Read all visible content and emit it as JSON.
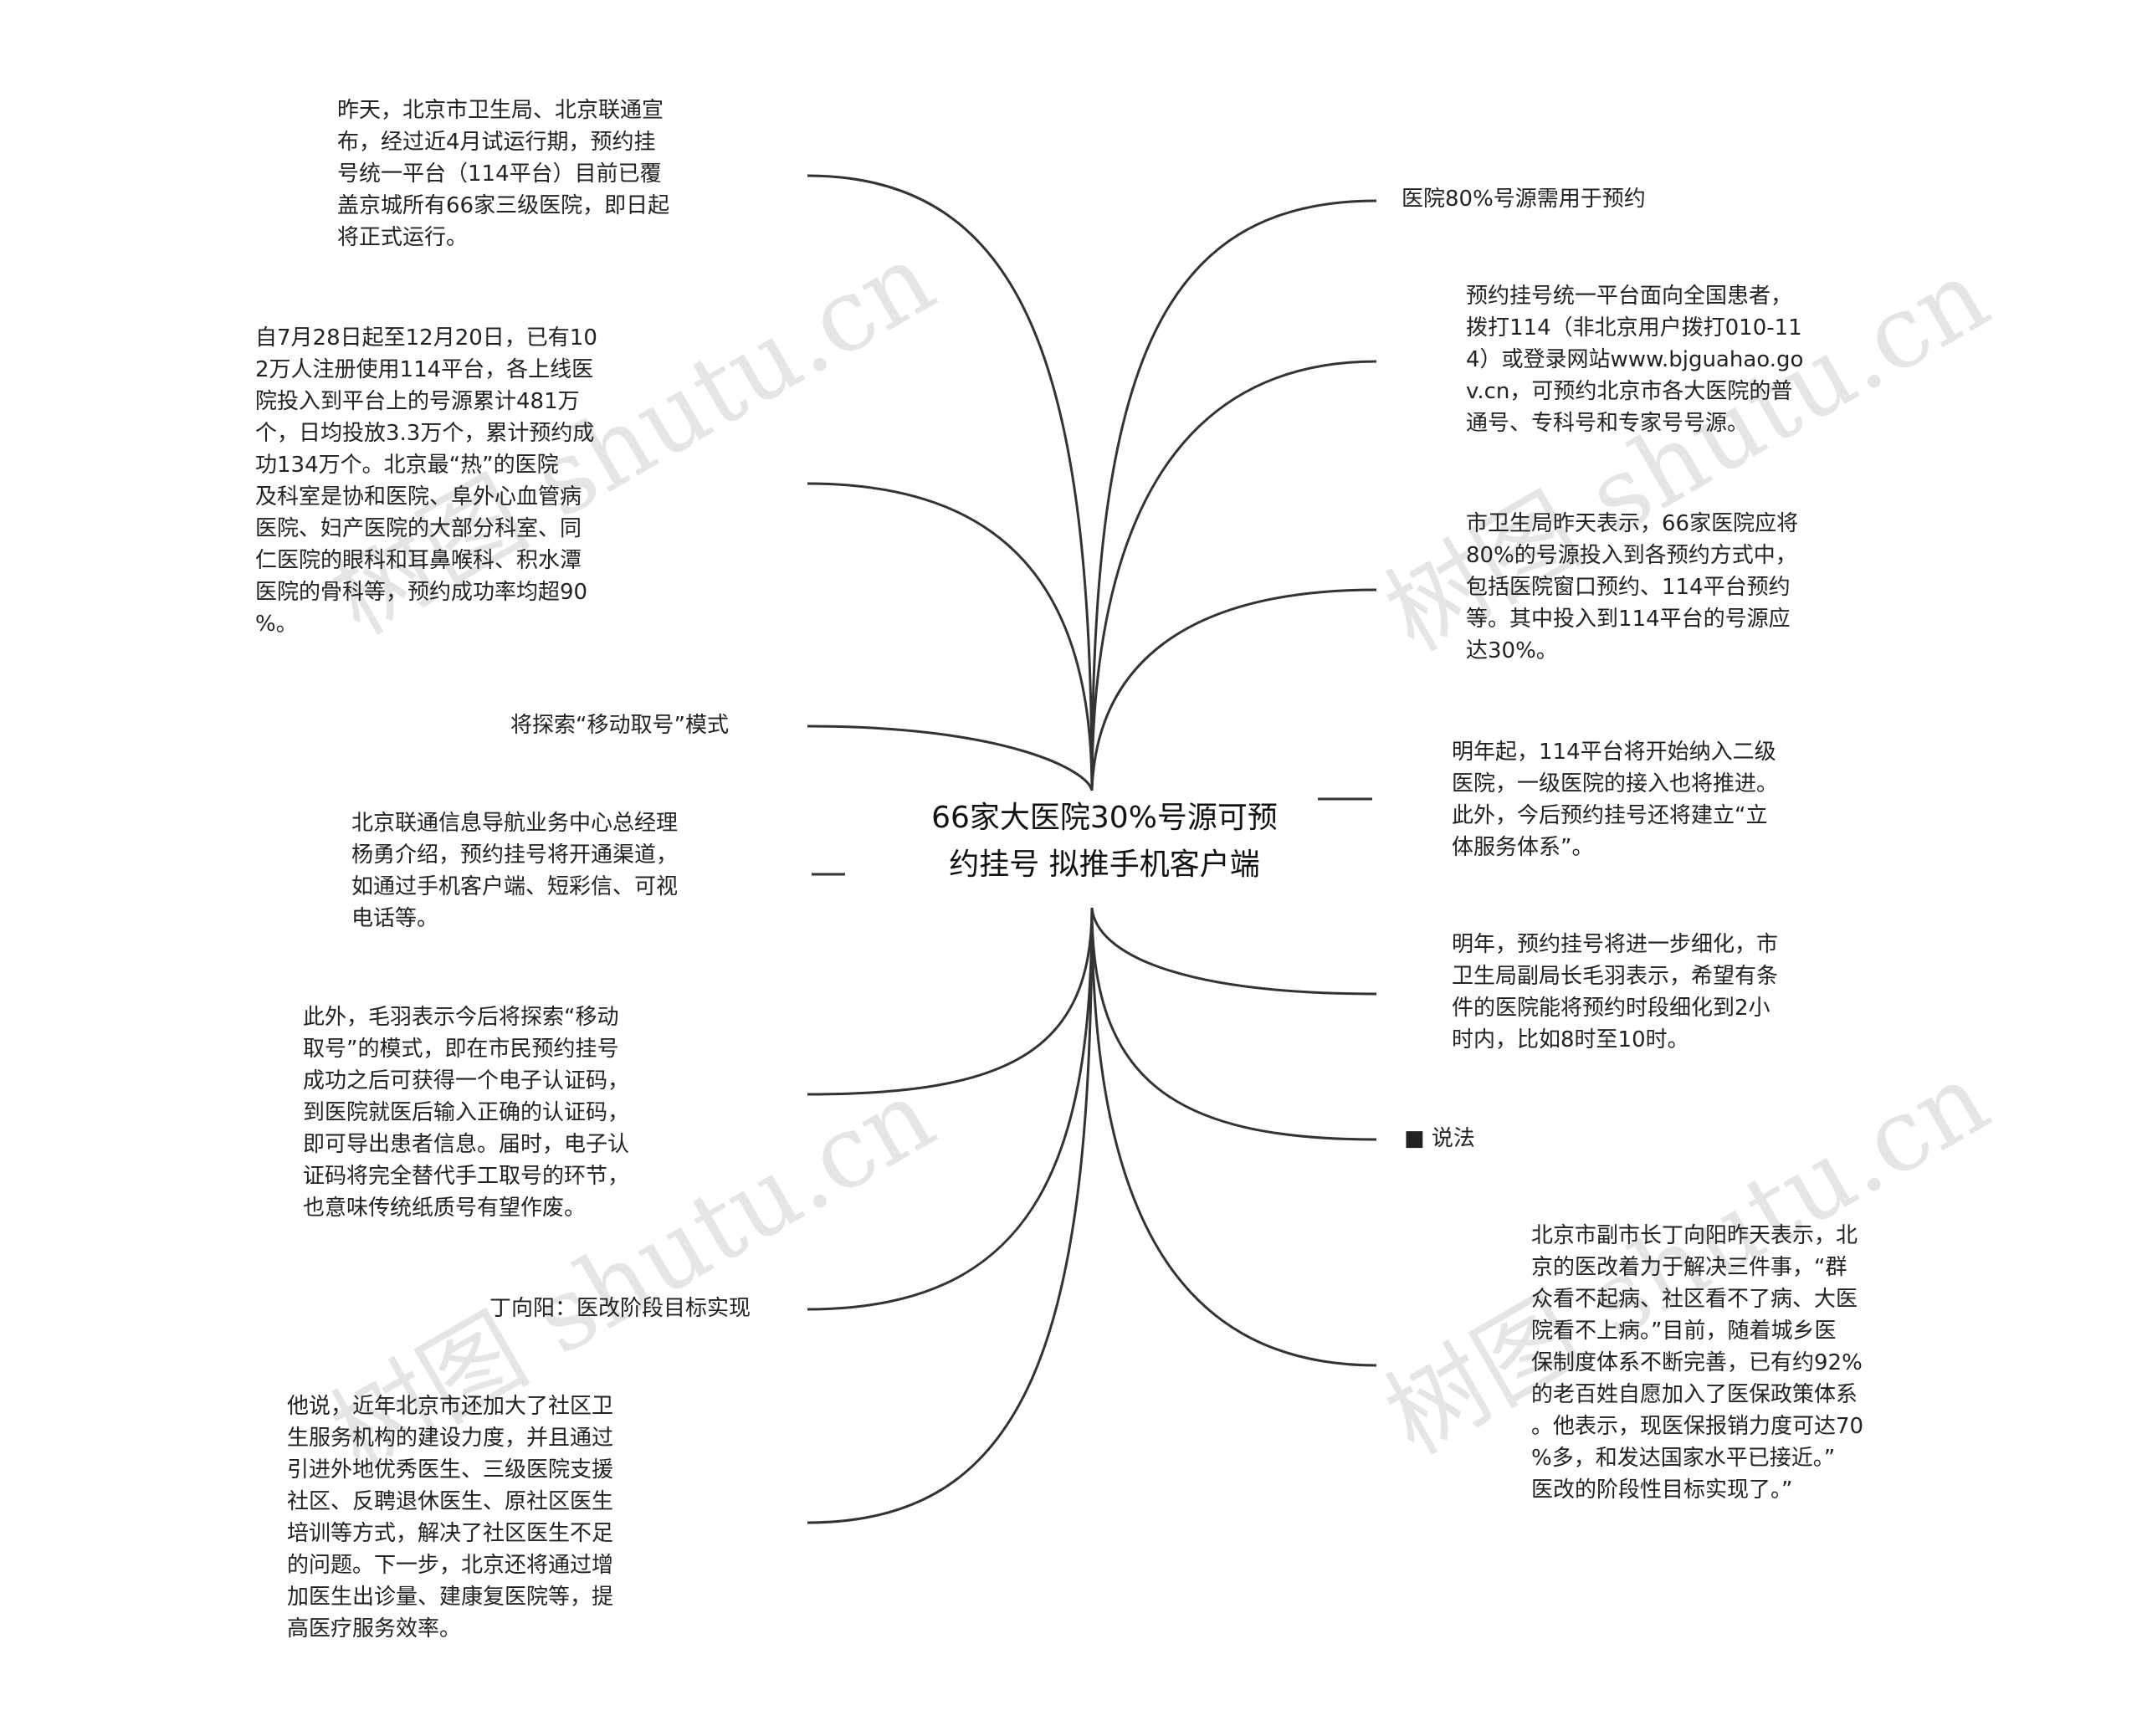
{
  "center": {
    "title": "66家大医院30%号源可预\n约挂号 拟推手机客户端"
  },
  "nodes": {
    "l1": "昨天，北京市卫生局、北京联通宣\n布，经过近4月试运行期，预约挂\n号统一平台（114平台）目前已覆\n盖京城所有66家三级医院，即日起\n将正式运行。",
    "l2": "自7月28日起至12月20日，已有10\n2万人注册使用114平台，各上线医\n院投入到平台上的号源累计481万\n个，日均投放3.3万个，累计预约成\n功134万个。北京最“热”的医院\n及科室是协和医院、阜外心血管病\n医院、妇产医院的大部分科室、同\n仁医院的眼科和耳鼻喉科、积水潭\n医院的骨科等，预约成功率均超90\n%。",
    "l3": "将探索“移动取号”模式",
    "l4": "北京联通信息导航业务中心总经理\n杨勇介绍，预约挂号将开通渠道，\n如通过手机客户端、短彩信、可视\n电话等。",
    "l5": "此外，毛羽表示今后将探索“移动\n取号”的模式，即在市民预约挂号\n成功之后可获得一个电子认证码，\n到医院就医后输入正确的认证码，\n即可导出患者信息。届时，电子认\n证码将完全替代手工取号的环节，\n也意味传统纸质号有望作废。",
    "l6": "丁向阳：医改阶段目标实现",
    "l7": "他说，近年北京市还加大了社区卫\n生服务机构的建设力度，并且通过\n引进外地优秀医生、三级医院支援\n社区、反聘退休医生、原社区医生\n培训等方式，解决了社区医生不足\n的问题。下一步，北京还将通过增\n加医生出诊量、建康复医院等，提\n高医疗服务效率。",
    "r1": "医院80%号源需用于预约",
    "r2": "预约挂号统一平台面向全国患者，\n拨打114（非北京用户拨打010-11\n4）或登录网站www.bjguahao.go\nv.cn，可预约北京市各大医院的普\n通号、专科号和专家号号源。",
    "r3": "市卫生局昨天表示，66家医院应将\n80%的号源投入到各预约方式中，\n包括医院窗口预约、114平台预约\n等。其中投入到114平台的号源应\n达30%。",
    "r4": "明年起，114平台将开始纳入二级\n医院，一级医院的接入也将推进。\n此外，今后预约挂号还将建立“立\n体服务体系”。",
    "r5": "明年，预约挂号将进一步细化，市\n卫生局副局长毛羽表示，希望有条\n件的医院能将预约时段细化到2小\n时内，比如8时至10时。",
    "r6": "■ 说法",
    "r7": "北京市副市长丁向阳昨天表示，北\n京的医改着力于解决三件事，“群\n众看不起病、社区看不了病、大医\n院看不上病。”目前，随着城乡医\n保制度体系不断完善，已有约92%\n的老百姓自愿加入了医保政策体系\n。他表示，现医保报销力度可达70\n%多，和发达国家水平已接近。”\n医改的阶段性目标实现了。”"
  },
  "watermark": {
    "text": "树图 shutu.cn"
  },
  "colors": {
    "line": "#333333",
    "text": "#222222",
    "background": "#ffffff"
  }
}
